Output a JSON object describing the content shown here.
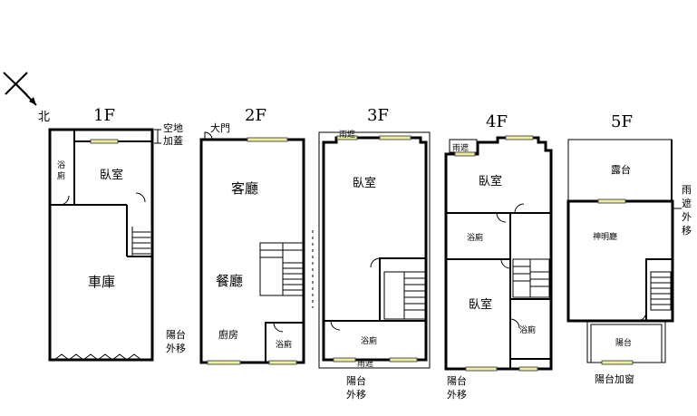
{
  "north_label": "北",
  "floors": [
    {
      "title": "1F",
      "rooms": {
        "bath": "浴\n廁",
        "bedroom": "臥室",
        "garage": "車庫"
      },
      "notes": {
        "open_roof": "空地\n加蓋"
      }
    },
    {
      "title": "2F",
      "rooms": {
        "door": "大門",
        "living": "客廳",
        "dining": "餐廳",
        "kitchen": "廚房",
        "bath": "浴廁"
      },
      "notes": {
        "balcony": "陽台\n外移"
      }
    },
    {
      "title": "3F",
      "rooms": {
        "awning": "雨遮",
        "bedroom": "臥室",
        "bath": "浴廁",
        "awning_bottom": "雨遮"
      },
      "notes": {
        "balcony": "陽台\n外移"
      }
    },
    {
      "title": "4F",
      "rooms": {
        "awning": "雨遮",
        "bedroom_top": "臥室",
        "bath_top": "浴廁",
        "bedroom_bottom": "臥室",
        "bath_bottom": "浴廁"
      },
      "notes": {
        "balcony": "陽台\n外移"
      }
    },
    {
      "title": "5F",
      "rooms": {
        "terrace": "露台",
        "shrine": "神明廳",
        "balcony": "陽台"
      },
      "notes": {
        "awning": "雨\n遮\n外\n移",
        "balcony_window": "陽台加窗"
      }
    }
  ]
}
